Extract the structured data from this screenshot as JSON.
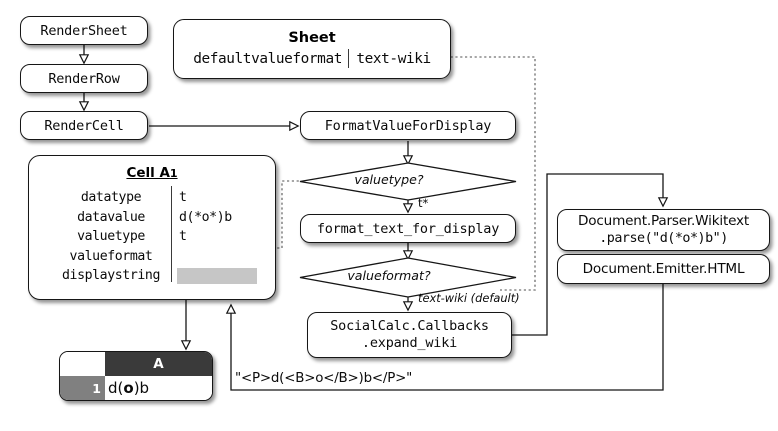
{
  "diagram": {
    "title": "SocialCalc wikitext value formatting flow",
    "colors": {
      "stroke": "#161616",
      "background": "#ffffff",
      "swatch_gray": "#c6c6c6",
      "col_header": "#3a3a3a",
      "row_header": "#808080"
    }
  },
  "nodes": {
    "render_sheet": "RenderSheet",
    "render_row": "RenderRow",
    "render_cell": "RenderCell",
    "format_value_for_display": "FormatValueForDisplay",
    "format_text_for_display": "format_text_for_display",
    "callbacks_line1": "SocialCalc.Callbacks",
    "callbacks_line2": ".expand_wiki",
    "doc_parser_line1": "Document.Parser.Wikitext",
    "doc_parser_line2": ".parse(\"d(*o*)b\")",
    "doc_emitter": "Document.Emitter.HTML"
  },
  "sheet": {
    "title": "Sheet",
    "key": "defaultvalueformat",
    "value": "text-wiki"
  },
  "cell": {
    "title": "Cell A",
    "title_sub": "1",
    "rows": [
      {
        "key": "datatype",
        "value": "t"
      },
      {
        "key": "datavalue",
        "value": "d(*o*)b"
      },
      {
        "key": "valuetype",
        "value": "t"
      },
      {
        "key": "valueformat",
        "value": ""
      },
      {
        "key": "displaystring",
        "value": ""
      }
    ]
  },
  "decisions": {
    "valuetype": "valuetype?",
    "valueformat": "valueformat?"
  },
  "edge_labels": {
    "t_star": "t*",
    "text_wiki_default": "text-wiki (default)"
  },
  "output": {
    "html_string": "\"<P>d(<B>o</B>)b</P>\""
  },
  "grid": {
    "column_header": "A",
    "row_header": "1",
    "cell_prefix": "d(",
    "cell_bold": "o",
    "cell_suffix": ")b"
  }
}
